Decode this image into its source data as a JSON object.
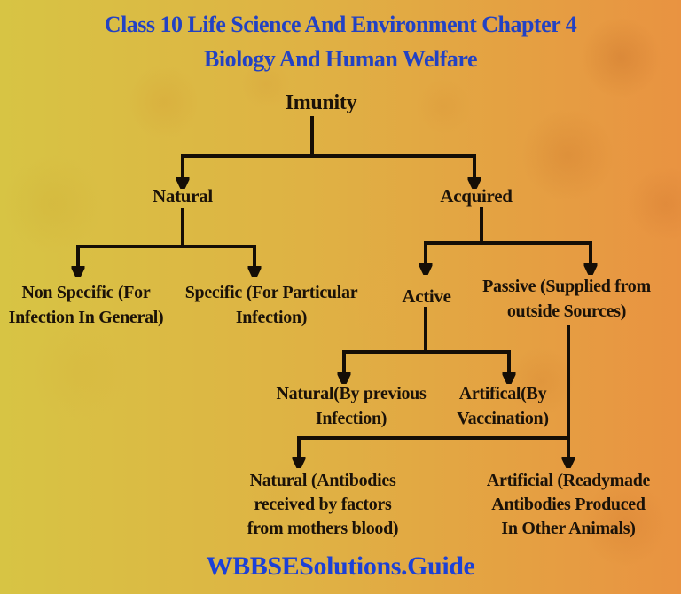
{
  "page": {
    "background_left_color": "#d7c444",
    "background_right_color": "#e99341",
    "line_color": "#150e06",
    "node_text_color": "#1b1208",
    "title_color": "#2342c3",
    "footer_color": "#1c41d6"
  },
  "header": {
    "title_line1": "Class 10 Life Science And Environment Chapter 4",
    "title_line2": "Biology And Human Welfare"
  },
  "tree": {
    "root": {
      "label": "Imunity"
    },
    "natural": {
      "label": "Natural"
    },
    "acquired": {
      "label": "Acquired"
    },
    "non_specific": {
      "lines": [
        "Non Specific (For",
        "Infection In General)"
      ]
    },
    "specific": {
      "lines": [
        "Specific (For Particular",
        "Infection)"
      ]
    },
    "active": {
      "label": "Active"
    },
    "passive": {
      "lines": [
        "Passive (Supplied from",
        "outside Sources)"
      ]
    },
    "active_natural": {
      "lines": [
        "Natural(By previous",
        "Infection)"
      ]
    },
    "active_artificial": {
      "lines": [
        "Artifical(By",
        "Vaccination)"
      ]
    },
    "passive_natural": {
      "lines": [
        "Natural (Antibodies",
        "received by factors",
        "from mothers blood)"
      ]
    },
    "passive_artificial": {
      "lines": [
        "Artificial (Readymade",
        "Antibodies Produced",
        "In Other Animals)"
      ]
    }
  },
  "footer": {
    "watermark": "WBBSESolutions.Guide"
  }
}
